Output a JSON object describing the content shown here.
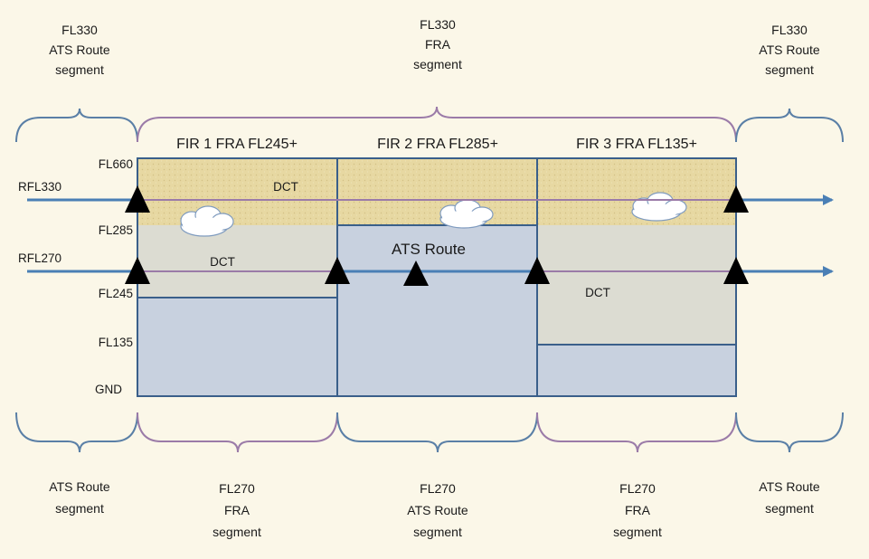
{
  "colors": {
    "background": "#fbf7e8",
    "fra_upper_fill": "#e7d8a2",
    "grey_fill": "#dcdcd2",
    "blue_fill": "#c8d1df",
    "box_border": "#3a5f8a",
    "route_arrow": "#4a7fb5",
    "bracket_blue": "#5a7fa6",
    "bracket_purple": "#9b7ba8",
    "waypoint": "#000000"
  },
  "top_labels": {
    "left": [
      "FL330",
      "ATS Route",
      "segment"
    ],
    "center": [
      "FL330",
      "FRA",
      "segment"
    ],
    "right": [
      "FL330",
      "ATS Route",
      "segment"
    ]
  },
  "fir_titles": [
    "FIR 1 FRA FL245+",
    "FIR 2 FRA FL285+",
    "FIR 3 FRA FL135+"
  ],
  "flight_levels": [
    "FL660",
    "FL285",
    "FL245",
    "FL135",
    "GND"
  ],
  "routes": {
    "upper": "RFL330",
    "lower": "RFL270"
  },
  "annotations": {
    "dct_upper": "DCT",
    "dct_lower_left": "DCT",
    "dct_lower_right": "DCT",
    "ats_route": "ATS Route"
  },
  "bottom_labels": {
    "b1": [
      "ATS Route",
      "segment"
    ],
    "b2": [
      "FL270",
      "FRA",
      "segment"
    ],
    "b3": [
      "FL270",
      "ATS Route",
      "segment"
    ],
    "b4": [
      "FL270",
      "FRA",
      "segment"
    ],
    "b5": [
      "ATS Route",
      "segment"
    ]
  }
}
